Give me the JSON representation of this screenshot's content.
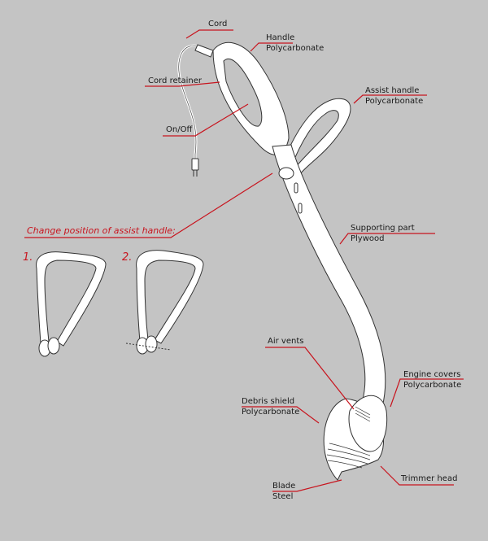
{
  "colors": {
    "background": "#c4c4c4",
    "leader": "#c8141e",
    "part": "#ffffff",
    "outline": "#333333"
  },
  "labels": {
    "cord": "Cord",
    "handle": {
      "name": "Handle",
      "material": "Polycarbonate"
    },
    "cord_retainer": "Cord retainer",
    "on_off": "On/Off",
    "assist_handle": {
      "name": "Assist handle",
      "material": "Polycarbonate"
    },
    "change_position": "Change position of assist handle:",
    "position_1": "1.",
    "position_2": "2.",
    "supporting_part": {
      "name": "Supporting part",
      "material": "Plywood"
    },
    "air_vents": "Air vents",
    "engine_covers": {
      "name": "Engine covers",
      "material": "Polycarbonate"
    },
    "debris_shield": {
      "name": "Debris shield",
      "material": "Polycarbonate"
    },
    "trimmer_head": "Trimmer head",
    "blade": {
      "name": "Blade",
      "material": "Steel"
    }
  }
}
